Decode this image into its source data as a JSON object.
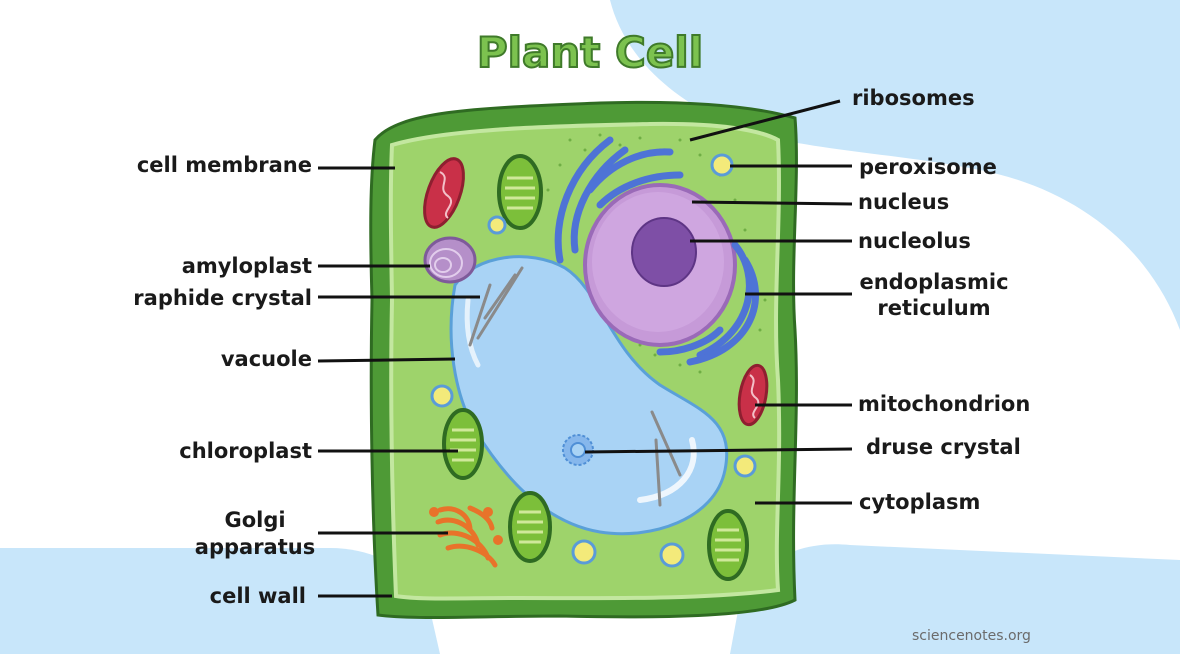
{
  "title": "Plant Cell",
  "credit": "sciencenotes.org",
  "colors": {
    "background_blob": "#c8e6fa",
    "cell_wall": "#4e9a36",
    "cytoplasm": "#9ed36b",
    "vacuole": "#a9d3f5",
    "nucleus": "#c69ad8",
    "nucleolus": "#7e4fa6",
    "endoplasmic_reticulum": "#4e73d6",
    "mitochondrion": "#c93048",
    "chloroplast": "#7cbf3a",
    "golgi": "#e8732a"
  },
  "labels": {
    "cell_membrane": "cell membrane",
    "amyloplast": "amyloplast",
    "raphide_crystal": "raphide crystal",
    "vacuole": "vacuole",
    "chloroplast": "chloroplast",
    "golgi_line1": "Golgi",
    "golgi_line2": "apparatus",
    "cell_wall": "cell wall",
    "ribosomes": "ribosomes",
    "peroxisome": "peroxisome",
    "nucleus": "nucleus",
    "nucleolus": "nucleolus",
    "er_line1": "endoplasmic",
    "er_line2": "reticulum",
    "mitochondrion": "mitochondrion",
    "druse_crystal": "druse crystal",
    "cytoplasm": "cytoplasm"
  }
}
